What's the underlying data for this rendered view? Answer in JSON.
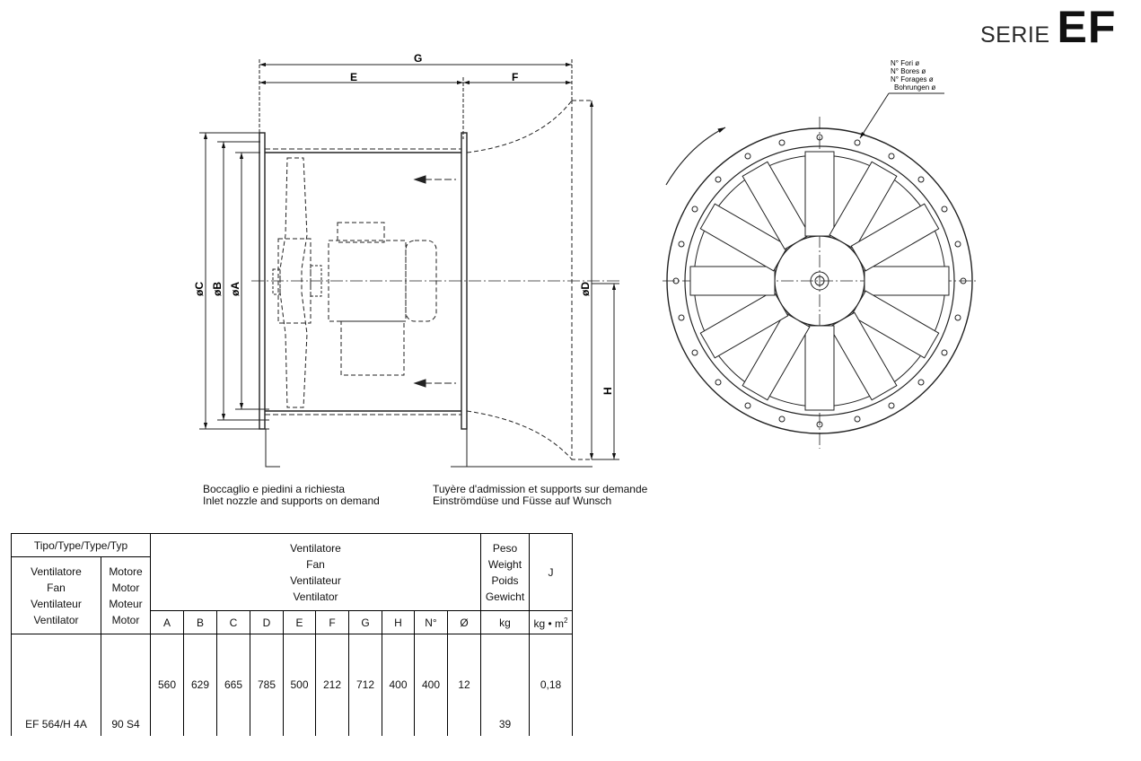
{
  "header": {
    "serie_word": "SERIE",
    "serie_code": "EF"
  },
  "drawing": {
    "dims": {
      "G": "G",
      "E": "E",
      "F": "F",
      "C": "øC",
      "B": "øB",
      "A": "øA",
      "D": "øD",
      "H": "H"
    },
    "holes_note": [
      "N° Fori ø",
      "N° Bores ø",
      "N° Forages ø",
      "Bohrungen ø"
    ]
  },
  "notes": {
    "it": "Boccaglio e piedini a richiesta",
    "en": "Inlet nozzle and supports on demand",
    "fr": "Tuyère d'admission et supports sur demande",
    "de": "Einströmdüse und Füsse auf Wunsch"
  },
  "table": {
    "type_header": "Tipo/Type/Type/Typ",
    "fan_header": [
      "Ventilatore",
      "Fan",
      "Ventilateur",
      "Ventilator"
    ],
    "motor_header": [
      "Motore",
      "Motor",
      "Moteur",
      "Motor"
    ],
    "fan_group_header": [
      "Ventilatore",
      "Fan",
      "Ventilateur",
      "Ventilator"
    ],
    "weight_header": [
      "Peso",
      "Weight",
      "Poids",
      "Gewicht"
    ],
    "j_header": "J",
    "columns": [
      "A",
      "B",
      "C",
      "D",
      "E",
      "F",
      "G",
      "H",
      "N°",
      "Ø"
    ],
    "weight_unit": "kg",
    "j_unit": "kg • m",
    "j_unit_sup": "2",
    "row": {
      "fan": "EF 564/H 4A",
      "motor": "90 S4",
      "values": [
        "560",
        "629",
        "665",
        "785",
        "500",
        "212",
        "712",
        "400",
        "400",
        "12"
      ],
      "weight": "39",
      "j": "0,18"
    }
  }
}
